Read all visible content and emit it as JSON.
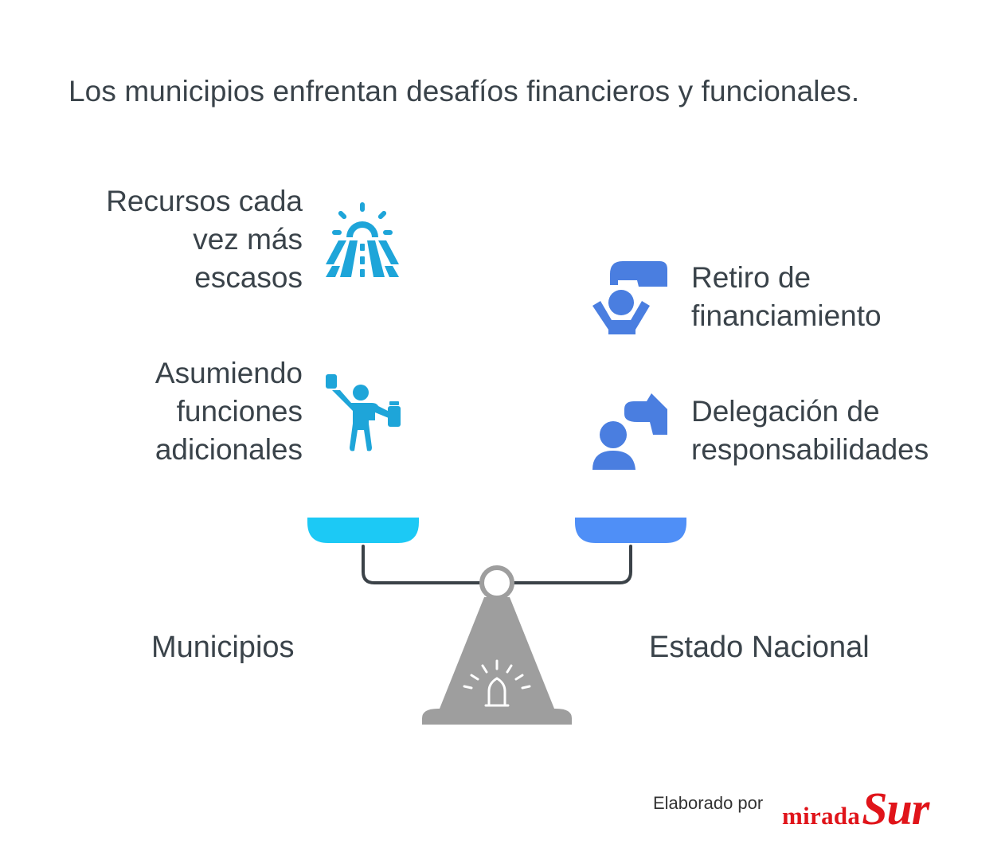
{
  "title": "Los municipios enfrentan desafíos financieros y funcionales.",
  "left_side": {
    "label": "Municipios",
    "items": [
      {
        "lines": [
          "Recursos cada",
          "vez más",
          "escasos"
        ],
        "icon": "sun-road-icon"
      },
      {
        "lines": [
          "Asumiendo",
          "funciones",
          "adicionales"
        ],
        "icon": "juggling-person-icon"
      }
    ]
  },
  "right_side": {
    "label": "Estado Nacional",
    "items": [
      {
        "lines": [
          "Retiro de",
          "financiamiento"
        ],
        "icon": "hand-over-person-icon"
      },
      {
        "lines": [
          "Delegación de",
          "responsabilidades"
        ],
        "icon": "pointing-hand-person-icon"
      }
    ]
  },
  "footer": {
    "credit": "Elaborado por",
    "logo_main": "mirada",
    "logo_accent": "Sur"
  },
  "colors": {
    "left_accent": "#1cc9f5",
    "left_icon": "#1ea5d9",
    "right_accent": "#4f8ff7",
    "right_icon": "#4a7ee0",
    "scale_base": "#9e9e9e",
    "text": "#3a434a",
    "logo": "#e0141a"
  }
}
